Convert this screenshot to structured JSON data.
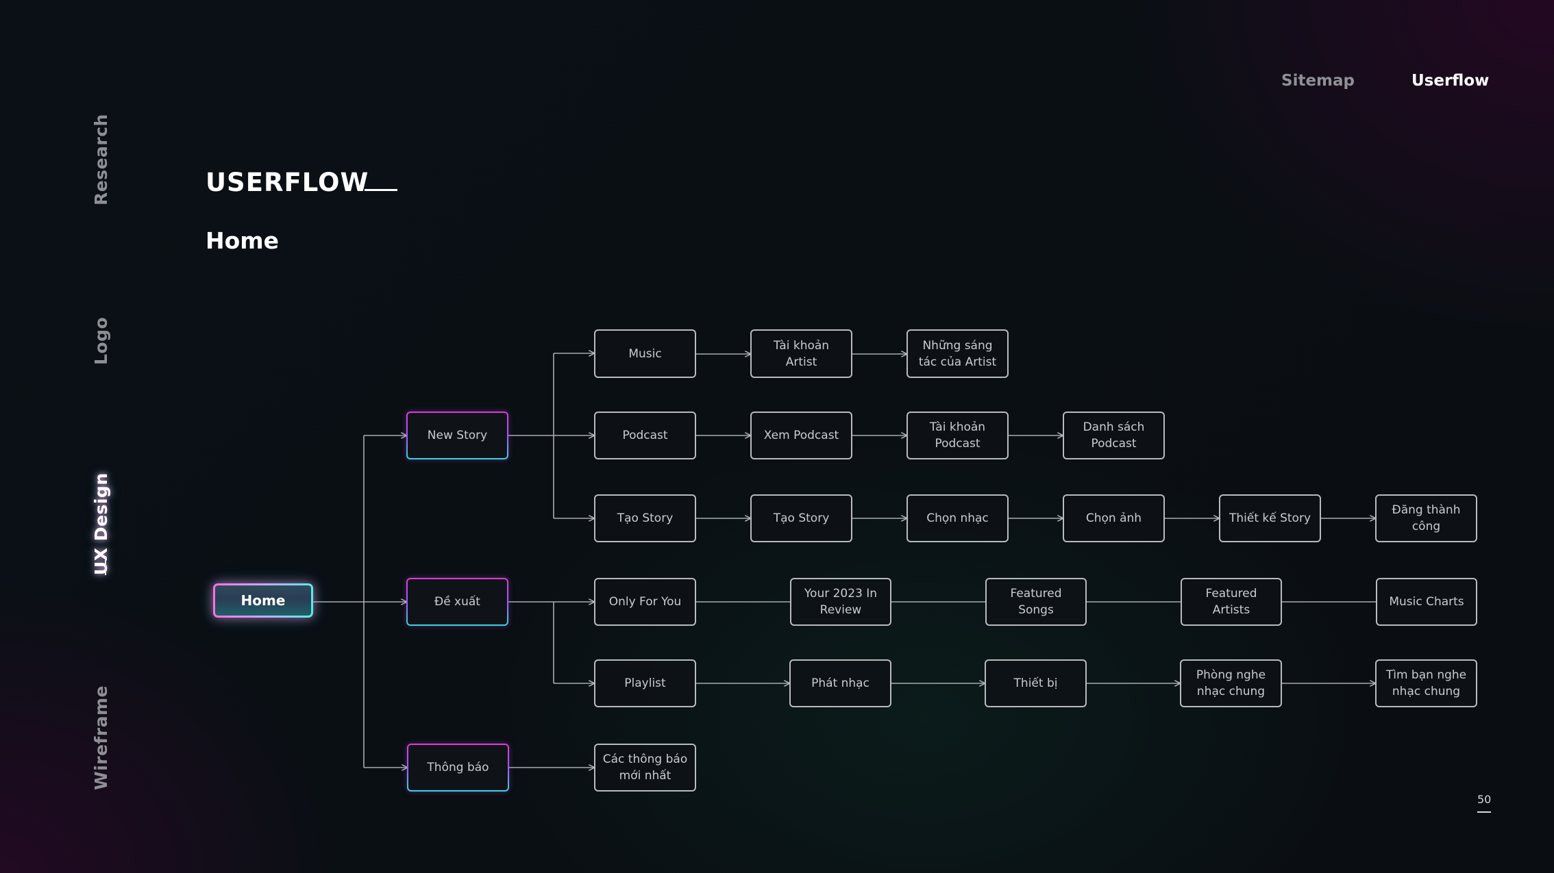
{
  "side_nav": {
    "items": [
      {
        "label": "Research",
        "active": false
      },
      {
        "label": "Logo",
        "active": false
      },
      {
        "label": "UX Design",
        "active": true
      },
      {
        "label": "Wireframe",
        "active": false
      }
    ]
  },
  "top_tabs": [
    {
      "label": "Sitemap",
      "active": false
    },
    {
      "label": "Userflow",
      "active": true
    }
  ],
  "page_title": "USERFLOW",
  "section_title": "Home",
  "flow": {
    "home": "Home",
    "new_story": "New Story",
    "de_xuat": "Đề xuất",
    "thong_bao": "Thông báo",
    "music": "Music",
    "tai_khoan_artist": "Tài khoản Artist",
    "nhung_sang_tac": "Những sáng tác của Artist",
    "podcast": "Podcast",
    "xem_podcast": "Xem Podcast",
    "tai_khoan_podcast": "Tài khoản Podcast",
    "danh_sach_podcast": "Danh sách Podcast",
    "tao_story_1": "Tạo Story",
    "tao_story_2": "Tạo Story",
    "chon_nhac": "Chọn nhạc",
    "chon_anh": "Chọn ảnh",
    "thiet_ke_story": "Thiết kế Story",
    "dang_thanh_cong": "Đăng thành công",
    "only_for_you": "Only For You",
    "your_2023": "Your 2023 In Review",
    "featured_songs": "Featured Songs",
    "featured_artists": "Featured Artists",
    "music_charts": "Music Charts",
    "playlist": "Playlist",
    "phat_nhac": "Phát nhạc",
    "thiet_bi": "Thiết bị",
    "phong_nghe": "Phòng nghe nhạc chung",
    "tim_ban": "Tìm bạn nghe nhạc chung",
    "cac_thong_bao": "Các thông báo mới nhất"
  },
  "page_number": "50"
}
